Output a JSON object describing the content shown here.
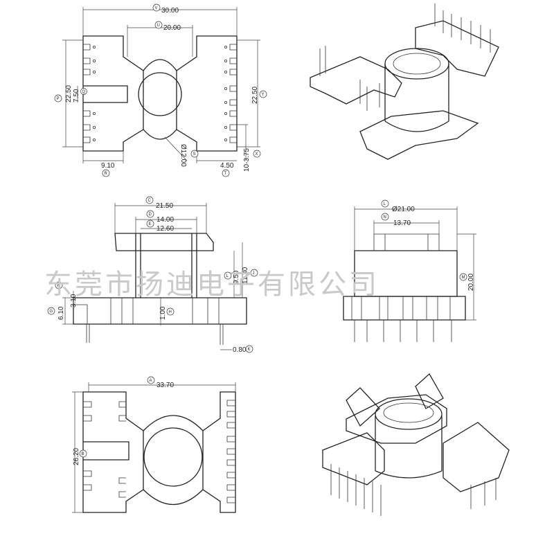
{
  "watermark": "东莞市扬迪电子有限公司",
  "top_view": {
    "dim_width_total": "30.00",
    "tag_width_total": "V",
    "dim_width_inner": "20.00",
    "tag_width_inner": "U",
    "dim_height_left": "22.50",
    "tag_height_left": "P",
    "dim_slot": "7.50",
    "tag_slot": "Q",
    "dim_height_right": "22.50",
    "tag_height_right": "Y",
    "dim_hole": "Ø12.00",
    "tag_hole": "S",
    "dim_left_bottom": "9.10",
    "tag_left_bottom": "R",
    "dim_right_bottom": "4.50",
    "tag_right_bottom": "T",
    "dim_pin_gap": "10-3.75",
    "tag_pin_gap": "X"
  },
  "front_view": {
    "dim_flange": "21.50",
    "tag_flange": "C",
    "dim_14": "14.00",
    "tag_14": "D",
    "dim_1260": "12.60",
    "tag_1260": "E",
    "dim_950": "9.50",
    "tag_950": "L",
    "dim_1130": "11.30",
    "tag_1130": "J",
    "dim_310": "3.10",
    "tag_310": "F",
    "dim_610": "6.10",
    "tag_610": "G",
    "dim_100": "1.00",
    "tag_100": "H",
    "dim_080": "0.80",
    "tag_080": "K"
  },
  "side_view": {
    "dim_outer": "Ø21.00",
    "tag_outer": "L",
    "dim_inner": "13.70",
    "tag_inner": "N",
    "dim_height": "20.00",
    "tag_height": "M"
  },
  "bottom_view": {
    "dim_width": "33.70",
    "tag_width": "A",
    "dim_height": "26.20",
    "tag_height": "B"
  }
}
